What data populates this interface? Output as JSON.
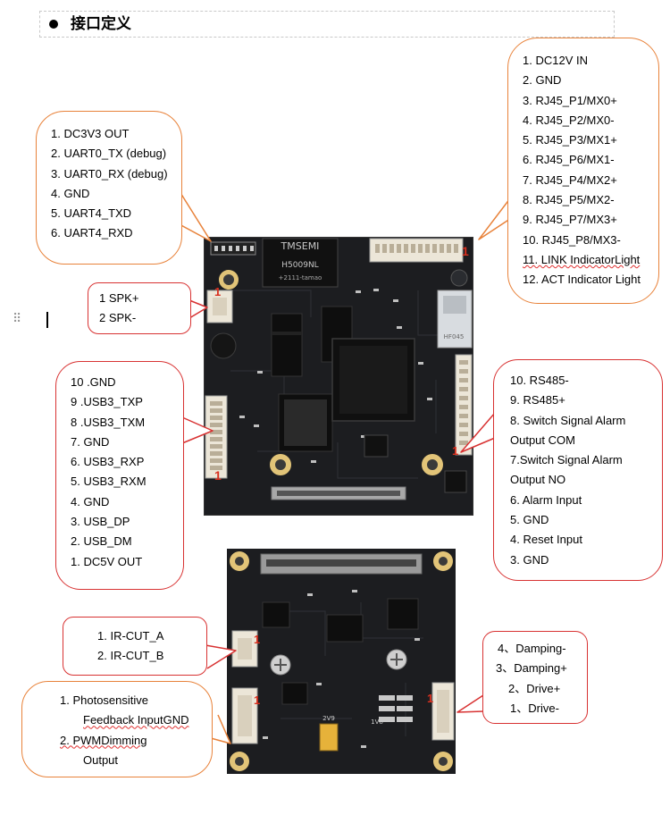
{
  "section": {
    "title": "接口定义"
  },
  "callouts": {
    "dc12v": [
      "1. DC12V IN",
      "2. GND",
      "3. RJ45_P1/MX0+",
      "4. RJ45_P2/MX0-",
      "5. RJ45_P3/MX1+",
      "6. RJ45_P6/MX1-",
      "7. RJ45_P4/MX2+",
      "8. RJ45_P5/MX2-",
      "9. RJ45_P7/MX3+",
      "10. RJ45_P8/MX3-",
      "11. LINK IndicatorLight",
      "12. ACT Indicator Light"
    ],
    "uart": [
      "1. DC3V3 OUT",
      "2. UART0_TX (debug)",
      "3. UART0_RX (debug)",
      "4. GND",
      "5. UART4_TXD",
      "6. UART4_RXD"
    ],
    "spk": [
      "1 SPK+",
      "2 SPK-"
    ],
    "usb": [
      "10 .GND",
      "9 .USB3_TXP",
      "8 .USB3_TXM",
      "7. GND",
      "6. USB3_RXP",
      "5. USB3_RXM",
      "4. GND",
      "3. USB_DP",
      "2. USB_DM",
      "1. DC5V OUT"
    ],
    "rs485": [
      "10. RS485-",
      "9. RS485+",
      "8. Switch Signal Alarm",
      "Output    COM",
      "7.Switch Signal Alarm",
      "Output    NO",
      "6. Alarm Input",
      "5. GND",
      "4. Reset Input",
      "3. GND"
    ],
    "ircut": [
      "1.      IR-CUT_A",
      "2.      IR-CUT_B"
    ],
    "damping": [
      "4、Damping-",
      "3、Damping+",
      "2、Drive+",
      "1、Drive-"
    ],
    "photo": [
      "1.   Photosensitive",
      "Feedback InputGND",
      "2.   PWMDimming",
      "Output"
    ]
  },
  "board_top": {
    "chip1_line1": "TMSEMI",
    "chip1_line2": "H5009NL",
    "chip1_line3": "+2111-tamao",
    "pin_marker": "1",
    "rj_label": "HF045"
  },
  "board_bottom": {
    "pin_marker": "1",
    "label_a": "2V9",
    "label_b": "1V8"
  },
  "colors": {
    "orange": "#e8823a",
    "red": "#d83232",
    "pcb": "#1c1d20"
  }
}
